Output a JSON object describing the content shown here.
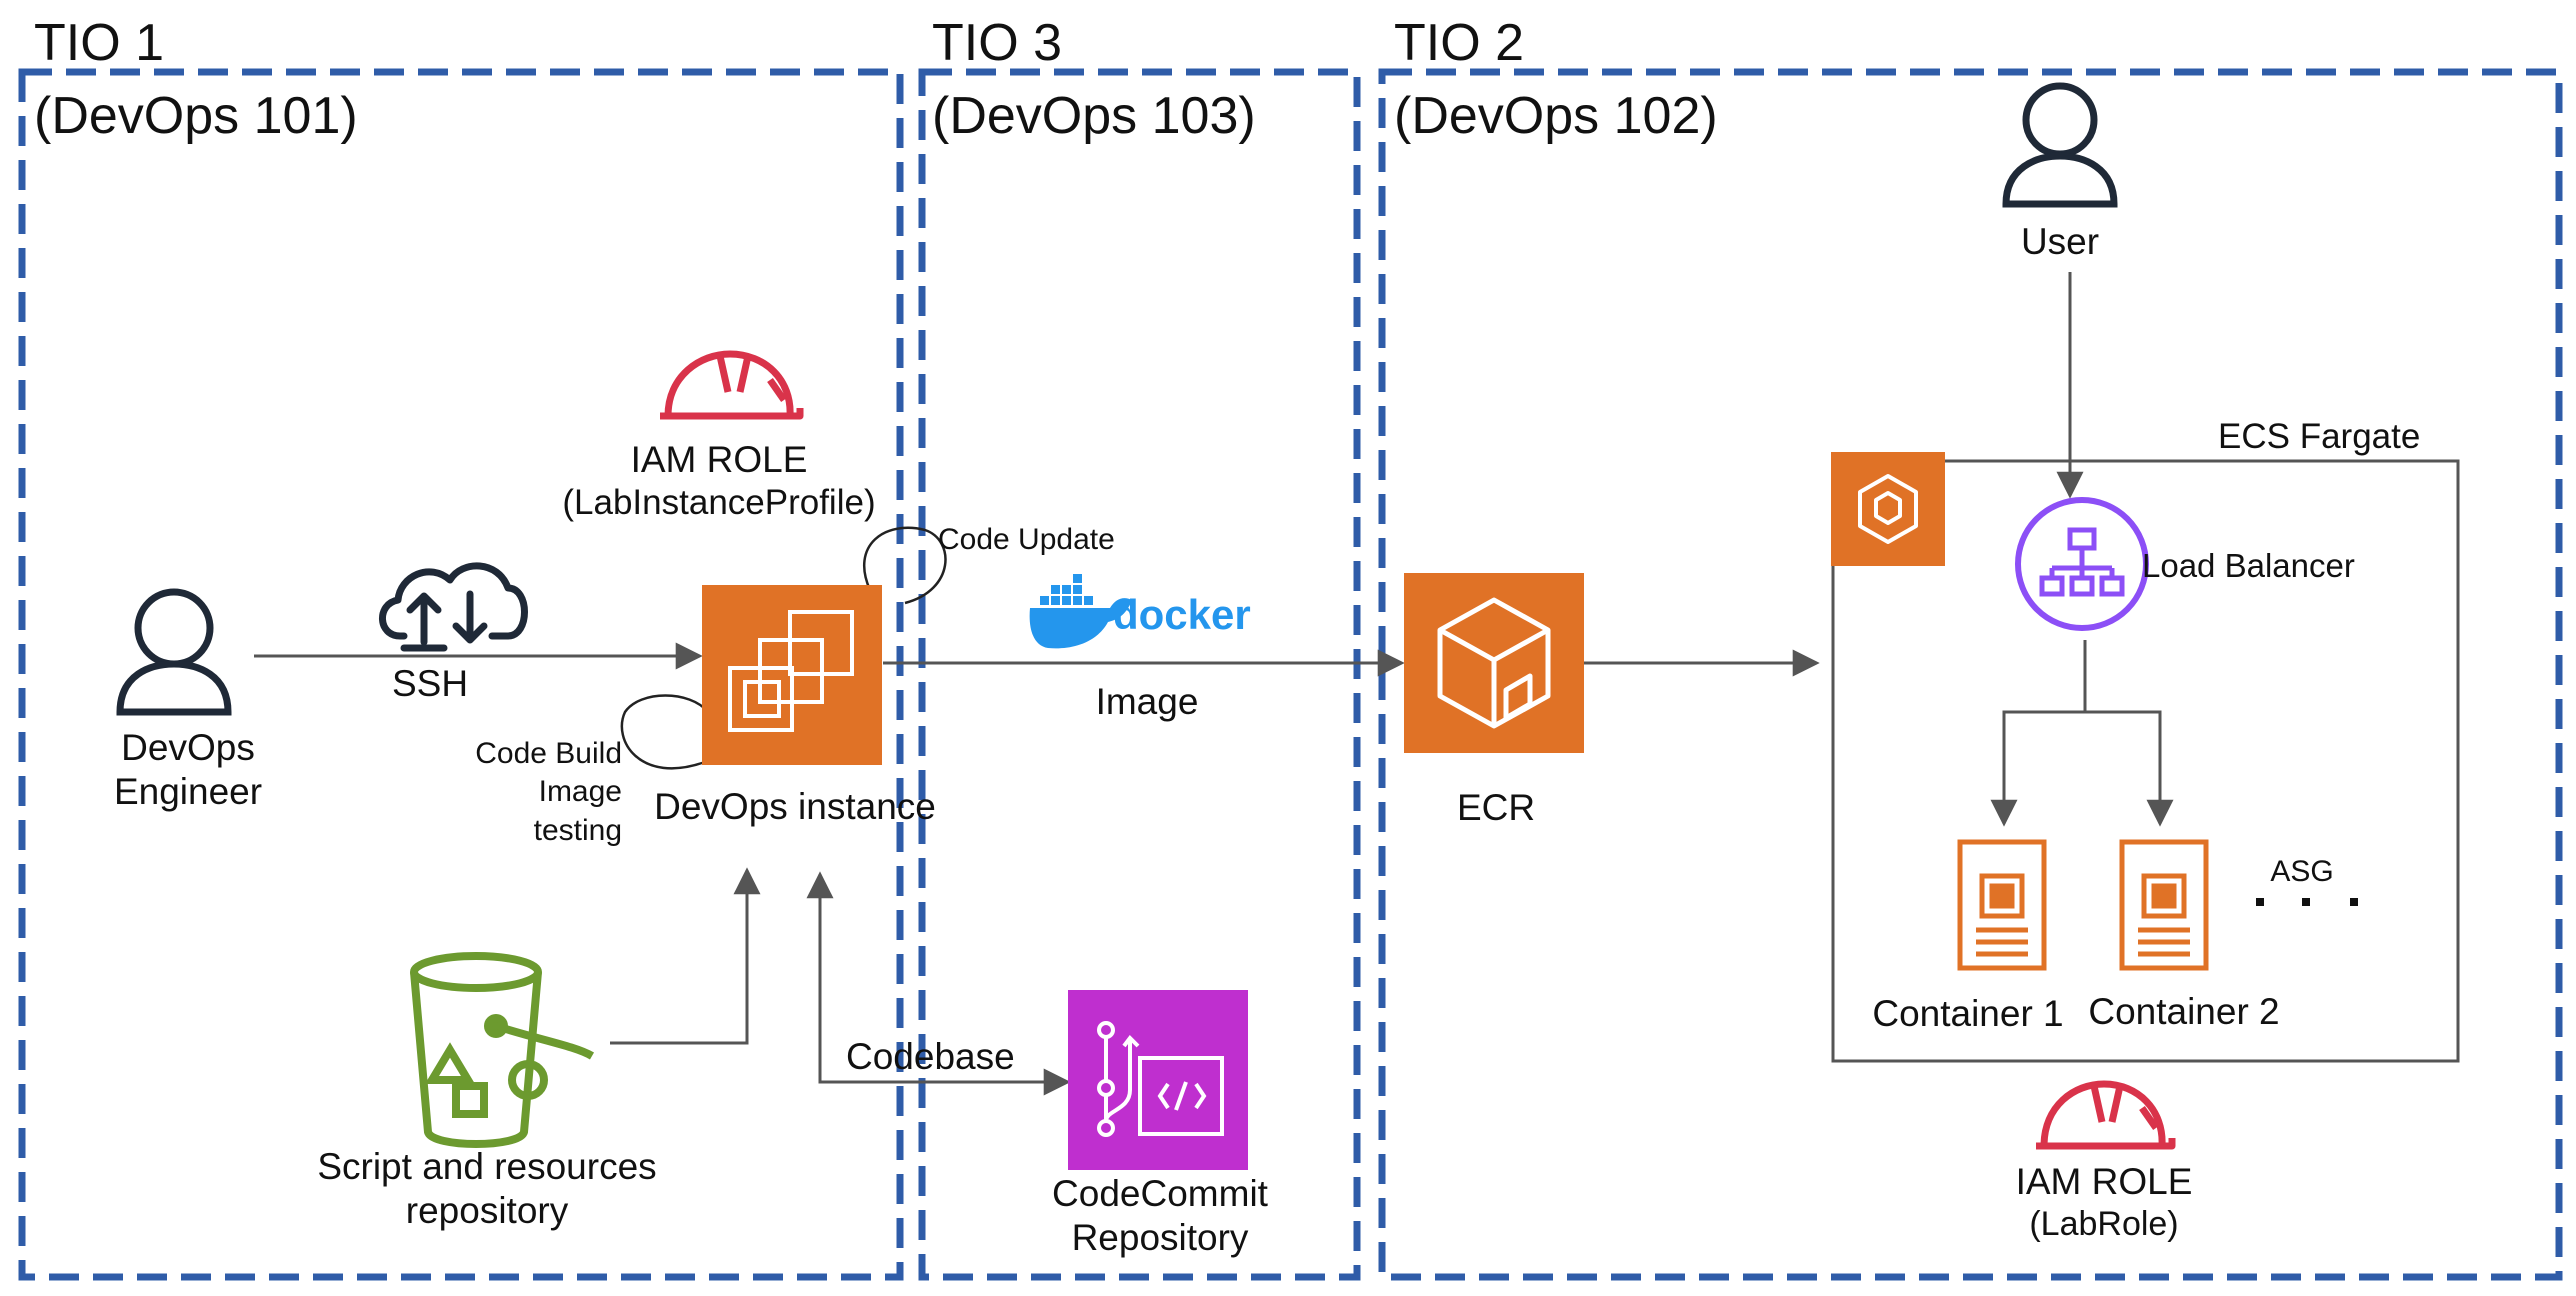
{
  "zones": [
    {
      "title": "TIO 1",
      "subtitle": "(DevOps 101)"
    },
    {
      "title": "TIO 3",
      "subtitle": "(DevOps 103)"
    },
    {
      "title": "TIO 2",
      "subtitle": "(DevOps 102)"
    }
  ],
  "nodes": {
    "devops_engineer": {
      "line1": "DevOps",
      "line2": "Engineer"
    },
    "ssh": "SSH",
    "iam_role_1": {
      "line1": "IAM ROLE",
      "line2": "(LabInstanceProfile)"
    },
    "code_update": "Code Update",
    "code_build": {
      "line1": "Code Build",
      "line2": "Image",
      "line3": "testing"
    },
    "devops_instance": "DevOps instance",
    "docker_logo": "docker",
    "image": "Image",
    "script_repo": {
      "line1": "Script and resources",
      "line2": "repository"
    },
    "codebase": "Codebase",
    "codecommit": {
      "line1": "CodeCommit",
      "line2": "Repository"
    },
    "ecr": "ECR",
    "user": "User",
    "ecs_fargate": "ECS Fargate",
    "load_balancer": "Load Balancer",
    "container1": "Container 1",
    "container2": "Container 2",
    "asg": "ASG",
    "iam_role_2": {
      "line1": "IAM ROLE",
      "line2": "(LabRole)"
    }
  },
  "colors": {
    "zone_border": "#2f5ca8",
    "aws_compute": "#e07226",
    "codecommit": "#bf2fcf",
    "s3_green": "#6c9a2f",
    "iam_red": "#d9334a",
    "load_balancer": "#8c4ff6",
    "docker_blue": "#2496ed",
    "arrow": "#555555",
    "icon_dark": "#1f2937"
  },
  "icons": [
    "user-icon",
    "cloud-upload-download-icon",
    "helmet-icon",
    "ec2-instance-icon",
    "s3-bucket-icon",
    "codecommit-icon",
    "ecr-icon",
    "ecs-icon",
    "load-balancer-icon",
    "container-chip-icon",
    "docker-whale-icon"
  ]
}
